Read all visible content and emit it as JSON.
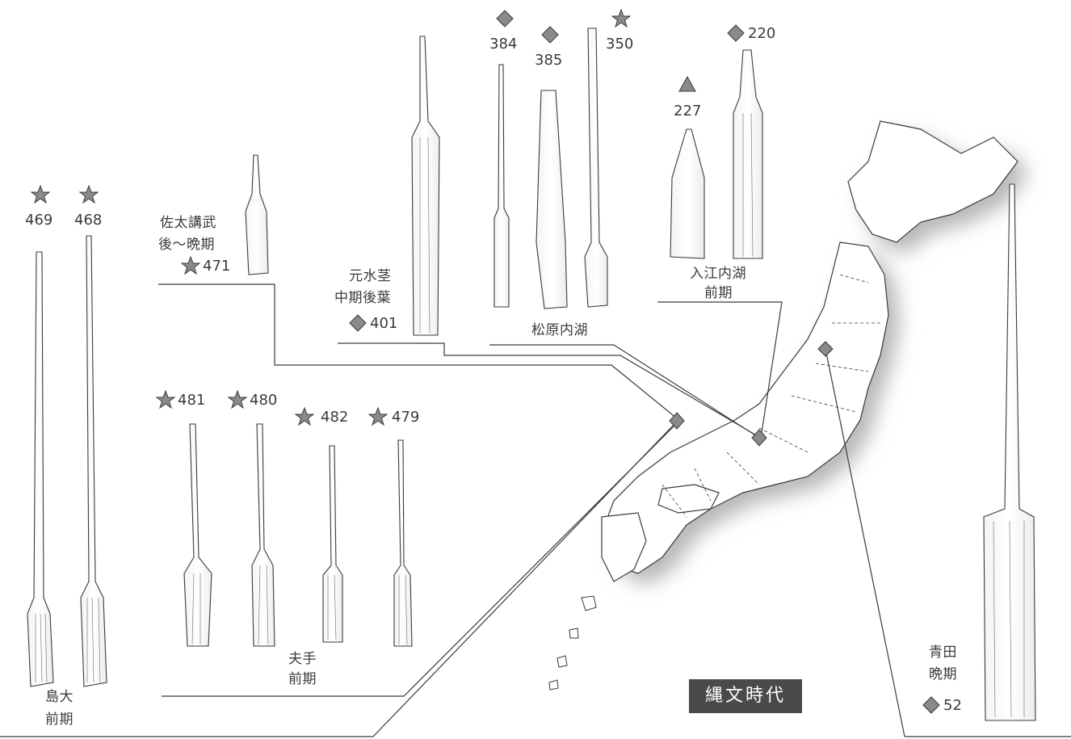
{
  "era_label": "縄文時代",
  "legend": {
    "star": "star-marker",
    "diamond": "diamond-marker",
    "triangle": "triangle-marker"
  },
  "artifacts": {
    "a469": "469",
    "a468": "468",
    "a471": "471",
    "a401": "401",
    "a384": "384",
    "a385": "385",
    "a350": "350",
    "a227": "227",
    "a220": "220",
    "a481": "481",
    "a480": "480",
    "a482": "482",
    "a479": "479",
    "a52": "52"
  },
  "sites": {
    "shimadai": {
      "name": "島大",
      "period": "前期"
    },
    "satakobu": {
      "name": "佐太講武",
      "period": "後～晩期"
    },
    "motomizukuki": {
      "name": "元水茎",
      "period": "中期後葉"
    },
    "matsubara": {
      "name": "松原内湖"
    },
    "irienaiko": {
      "name": "入江内湖",
      "period": "前期"
    },
    "ote": {
      "name": "夫手",
      "period": "前期"
    },
    "aota": {
      "name": "青田",
      "period": "晩期"
    }
  },
  "colors": {
    "line": "#3a3a3a",
    "marker_fill": "#8a8a8a",
    "map_shadow": "#bdbdbd",
    "era_bg": "#4a4a4a"
  }
}
